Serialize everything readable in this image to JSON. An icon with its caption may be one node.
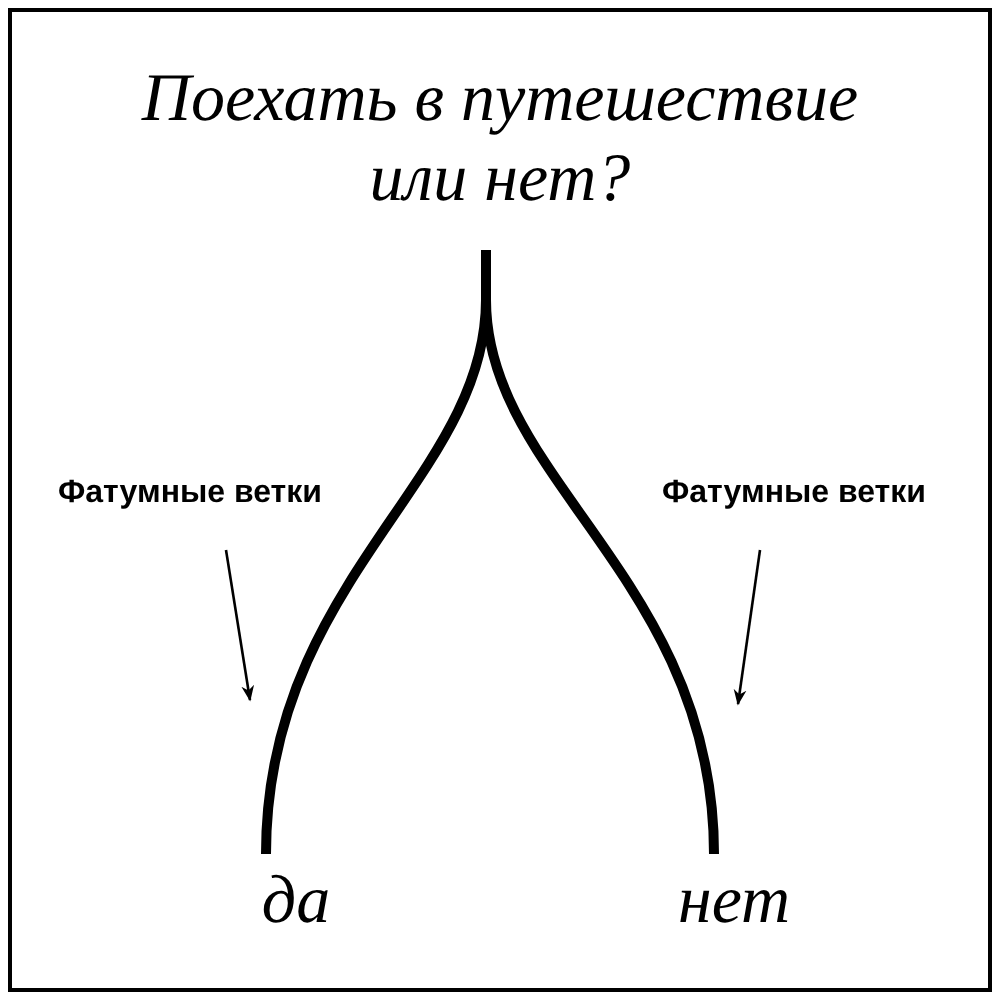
{
  "diagram": {
    "nodes": [
      {
        "text": [
          "Поехать в путешествие или нет?"
        ]
      },
      {
        "text": [
          "да"
        ]
      },
      {
        "text": [
          "нет"
        ]
      },
      {
        "text": [
          "Фатумные ветки"
        ]
      },
      {
        "text": [
          "Фатумные ветки"
        ]
      }
    ],
    "edges": [
      {
        "from": 0,
        "to": 1,
        "arrow": "none",
        "style": "thick"
      },
      {
        "from": 0,
        "to": 2,
        "arrow": "none",
        "style": "thick"
      },
      {
        "from": 3,
        "to": null,
        "arrow": "to"
      },
      {
        "from": 4,
        "to": null,
        "arrow": "to"
      }
    ]
  }
}
